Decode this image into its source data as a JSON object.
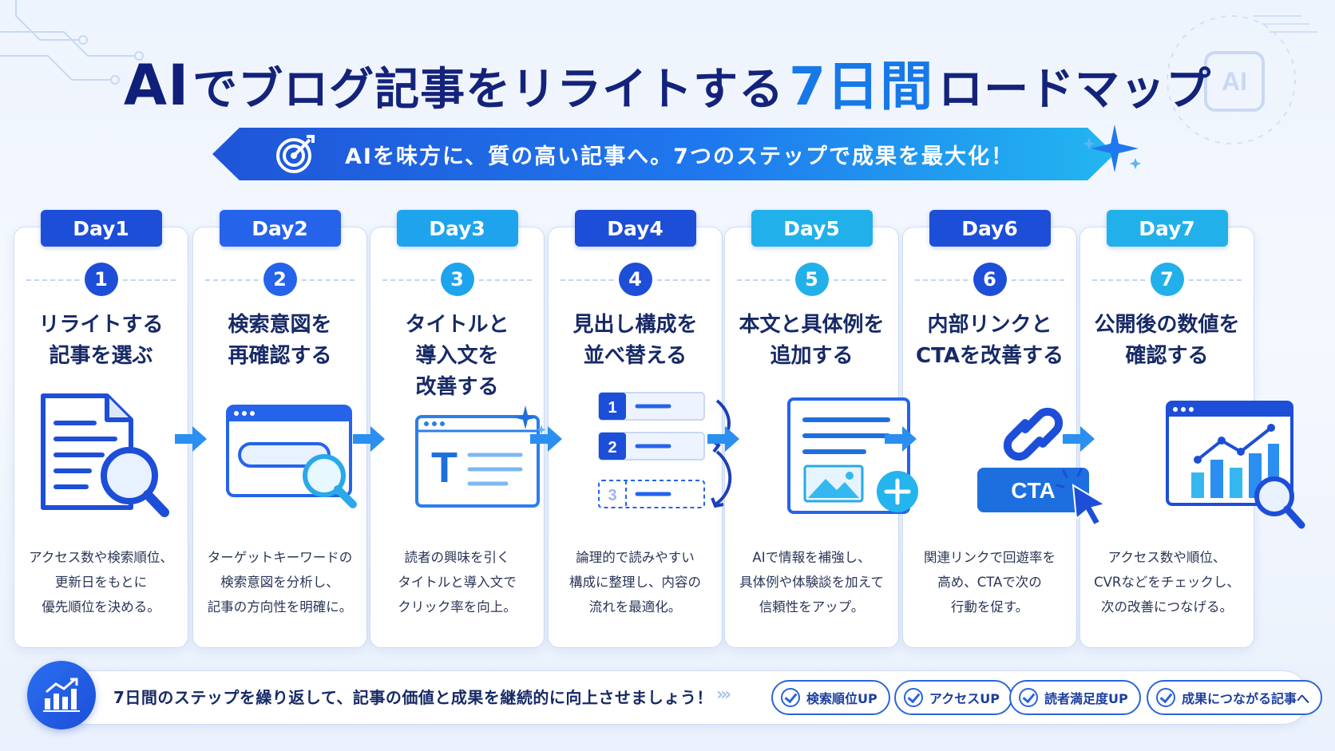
{
  "title": {
    "prefix": "AI",
    "part1": "でブログ記事をリライトする",
    "highlight": "7日間",
    "part2": "ロードマップ"
  },
  "banner": {
    "text": "AIを味方に、質の高い記事へ。7つのステップで成果を最大化！"
  },
  "chip_icon_text": "AI",
  "steps": [
    {
      "day": "Day1",
      "num": "1",
      "title": "リライトする\n記事を選ぶ",
      "desc": "アクセス数や検索順位、\n更新日をもとに\n優先順位を決める。"
    },
    {
      "day": "Day2",
      "num": "2",
      "title": "検索意図を\n再確認する",
      "desc": "ターゲットキーワードの\n検索意図を分析し、\n記事の方向性を明確に。"
    },
    {
      "day": "Day3",
      "num": "3",
      "title": "タイトルと\n導入文を\n改善する",
      "desc": "読者の興味を引く\nタイトルと導入文で\nクリック率を向上。"
    },
    {
      "day": "Day4",
      "num": "4",
      "title": "見出し構成を\n並べ替える",
      "desc": "論理的で読みやすい\n構成に整理し、内容の\n流れを最適化。"
    },
    {
      "day": "Day5",
      "num": "5",
      "title": "本文と具体例を\n追加する",
      "desc": "AIで情報を補強し、\n具体例や体験談を加えて\n信頼性をアップ。"
    },
    {
      "day": "Day6",
      "num": "6",
      "title": "内部リンクと\nCTAを改善する",
      "desc": "関連リンクで回遊率を\n高め、CTAで次の\n行動を促す。"
    },
    {
      "day": "Day7",
      "num": "7",
      "title": "公開後の数値を\n確認する",
      "desc": "アクセス数や順位、\nCVRなどをチェックし、\n次の改善につなげる。"
    }
  ],
  "illustrations": {
    "day3_letter": "T",
    "day4_items": [
      "1",
      "2",
      "3"
    ],
    "day6_cta": "CTA"
  },
  "bottom": {
    "text": "7日間のステップを繰り返して、記事の価値と成果を継続的に向上させましょう！",
    "chevrons": "›››",
    "pills": [
      "検索順位UP",
      "アクセスUP",
      "読者満足度UP",
      "成果につながる記事へ"
    ]
  },
  "colors": {
    "navy": "#14237a",
    "blue": "#1d4ed8",
    "accent": "#1779e8",
    "cyan": "#22b6f0",
    "day_label_colors": [
      "#1d4ed8",
      "#2563eb",
      "#1ea4ec",
      "#1d4ed8",
      "#22b0ea",
      "#1d4ed8",
      "#22b0ea"
    ]
  }
}
